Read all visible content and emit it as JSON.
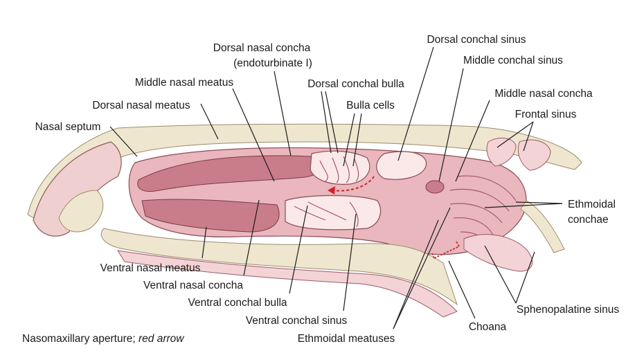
{
  "labels": {
    "dorsal_nasal_concha": "Dorsal nasal concha",
    "endoturbinate": "(endoturbinate I)",
    "middle_nasal_meatus": "Middle nasal meatus",
    "dorsal_nasal_meatus": "Dorsal nasal meatus",
    "nasal_septum": "Nasal septum",
    "dorsal_conchal_bulla": "Dorsal conchal bulla",
    "bulla_cells": "Bulla cells",
    "dorsal_conchal_sinus": "Dorsal conchal sinus",
    "middle_conchal_sinus": "Middle conchal sinus",
    "middle_nasal_concha": "Middle nasal concha",
    "frontal_sinus": "Frontal sinus",
    "ethmoidal": "Ethmoidal",
    "conchae": "conchae",
    "ventral_nasal_meatus": "Ventral nasal meatus",
    "ventral_nasal_concha": "Ventral nasal concha",
    "ventral_conchal_bulla": "Ventral conchal bulla",
    "ventral_conchal_sinus": "Ventral conchal sinus",
    "sphenopalatine_sinus": "Sphenopalatine sinus",
    "choana": "Choana",
    "ethmoidal_meatuses": "Ethmoidal meatuses",
    "nasomaxillary": "Nasomaxillary aperture; ",
    "red_arrow": "red arrow"
  },
  "colors": {
    "mucosa": "#e9b7bd",
    "bone": "#efe6cf",
    "arrow": "#d0212a"
  }
}
